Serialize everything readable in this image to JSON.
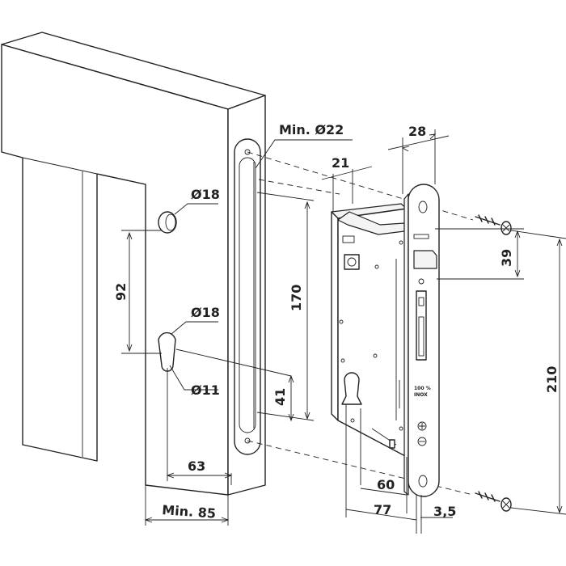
{
  "labels": {
    "min_hole": "Min. Ø22",
    "bore_top": "Ø18",
    "bore_mid": "Ø18",
    "slot": "Ø11",
    "d92": "92",
    "d170": "170",
    "d41": "41",
    "d63": "63",
    "d_min85": "Min. 85",
    "d28": "28",
    "d21": "21",
    "d39": "39",
    "d210": "210",
    "d60": "60",
    "d77": "77",
    "d35": "3,5"
  },
  "faceplate": {
    "inox_line1": "100 %",
    "inox_line2": "INOX"
  }
}
